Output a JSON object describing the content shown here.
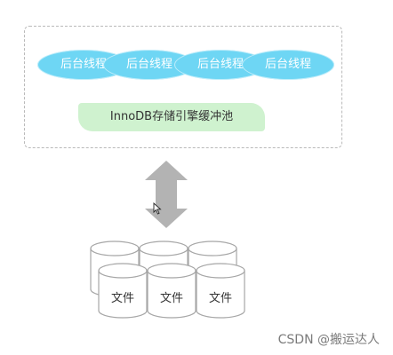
{
  "threads": [
    "后台线程",
    "后台线程",
    "后台线程",
    "后台线程"
  ],
  "engine": "InnoDB存储引擎缓冲池",
  "files": [
    "文件",
    "文件",
    "文件"
  ],
  "watermark": "CSDN @搬运达人",
  "colors": {
    "thread_fill": "#6ed6f4",
    "engine_fill": "#cff2cf",
    "arrow_fill": "#b3b3b3",
    "frame_border": "#b9b9b9",
    "disk_stroke": "#a6a6a6"
  }
}
